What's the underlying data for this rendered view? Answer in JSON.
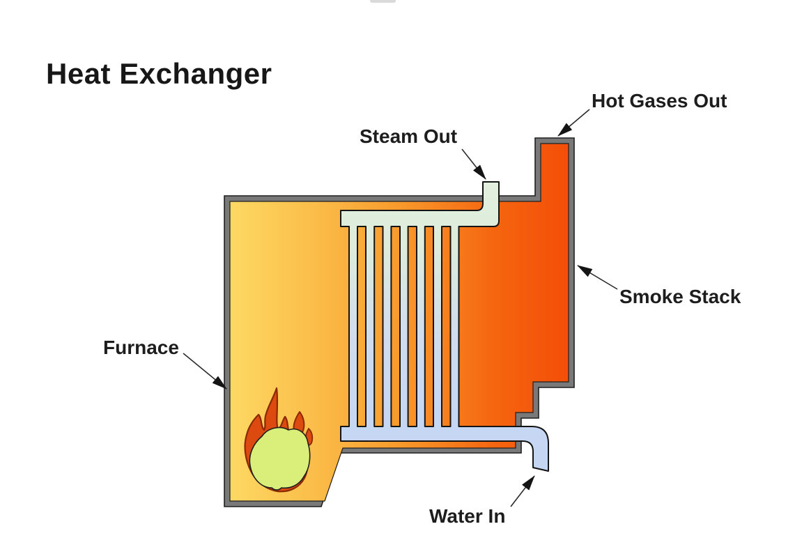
{
  "title": "Heat Exchanger",
  "labels": {
    "steam_out": "Steam Out",
    "hot_gases_out": "Hot Gases Out",
    "smoke_stack": "Smoke Stack",
    "furnace": "Furnace",
    "water_in": "Water In"
  },
  "diagram": {
    "tube_count": 7,
    "parts": [
      "furnace chamber",
      "flame",
      "heat exchanger tube bundle",
      "steam outlet pipe",
      "water inlet pipe",
      "smoke stack"
    ]
  },
  "colors": {
    "wall_gray": "#797979",
    "outline_black": "#1f1f1f",
    "interior_yellow": "#fcd963",
    "interior_orange": "#f44e08",
    "water_blue": "#c6d7f3",
    "steam_mint": "#e3efdf",
    "flame_orange": "#dd4a10",
    "flame_outline": "#8a2a05",
    "flame_core_green": "#d9ef7a",
    "text": "#1d1d1d",
    "background": "#ffffff"
  }
}
